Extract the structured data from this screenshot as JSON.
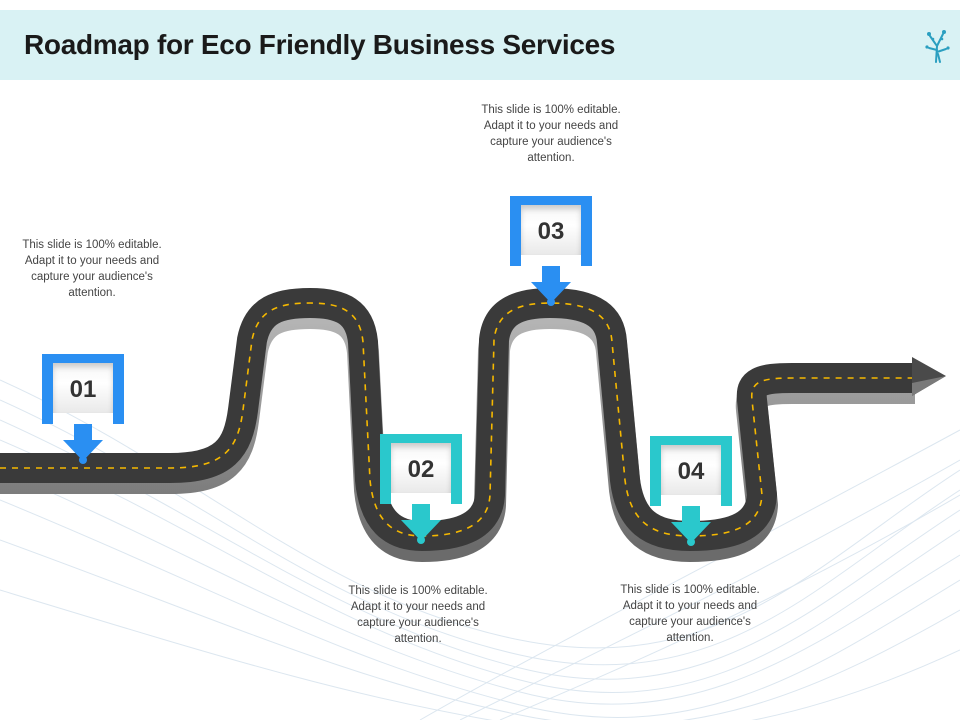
{
  "slide": {
    "title": "Roadmap for Eco Friendly Business Services",
    "logo_icon": "tree-figure-icon"
  },
  "colors": {
    "header_bg": "#d9f2f4",
    "blue": "#2a8ff2",
    "teal": "#2ac8cc",
    "road": "#3b3b3b",
    "road_dash": "#f5b800"
  },
  "steps": [
    {
      "number": "01",
      "color": "blue",
      "text": "This slide is 100% editable. Adapt it to your needs and capture your audience's attention."
    },
    {
      "number": "02",
      "color": "teal",
      "text": "This slide is 100% editable. Adapt it to your needs and capture your audience's attention."
    },
    {
      "number": "03",
      "color": "blue",
      "text": "This slide is 100% editable. Adapt it to your needs and capture your audience's attention."
    },
    {
      "number": "04",
      "color": "teal",
      "text": "This slide is 100% editable. Adapt it to your needs and capture your audience's attention."
    }
  ]
}
